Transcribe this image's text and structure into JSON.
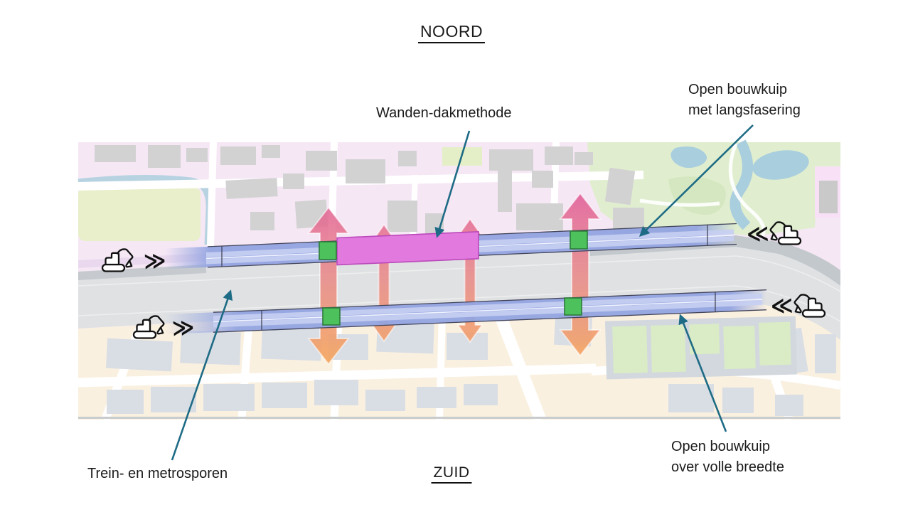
{
  "compass": {
    "north": "NOORD",
    "south": "ZUID"
  },
  "annotations": {
    "wanden_dakmethode": {
      "label": "Wanden-dakmethode"
    },
    "open_bouwkuip_langsfasering": {
      "line1": "Open bouwkuip",
      "line2": "met langsfasering"
    },
    "open_bouwkuip_volle_breedte": {
      "line1": "Open bouwkuip",
      "line2": "over volle breedte"
    },
    "trein_en_metrosporen": {
      "label": "Trein- en metrosporen"
    }
  },
  "map": {
    "chevron_right": "≫",
    "chevron_left": "≪",
    "colors": {
      "annotation_arrow": "#1e6b85",
      "construction_strip": "#93a4e1",
      "construction_strip_light": "#c6cff2",
      "wanden_dak_section": "#e279df",
      "phase_marker_green": "#4dc25c",
      "flow_arrow_top": "#e0609a",
      "flow_arrow_mid": "#ea8380",
      "flow_arrow_bottom": "#f4a75e"
    }
  }
}
